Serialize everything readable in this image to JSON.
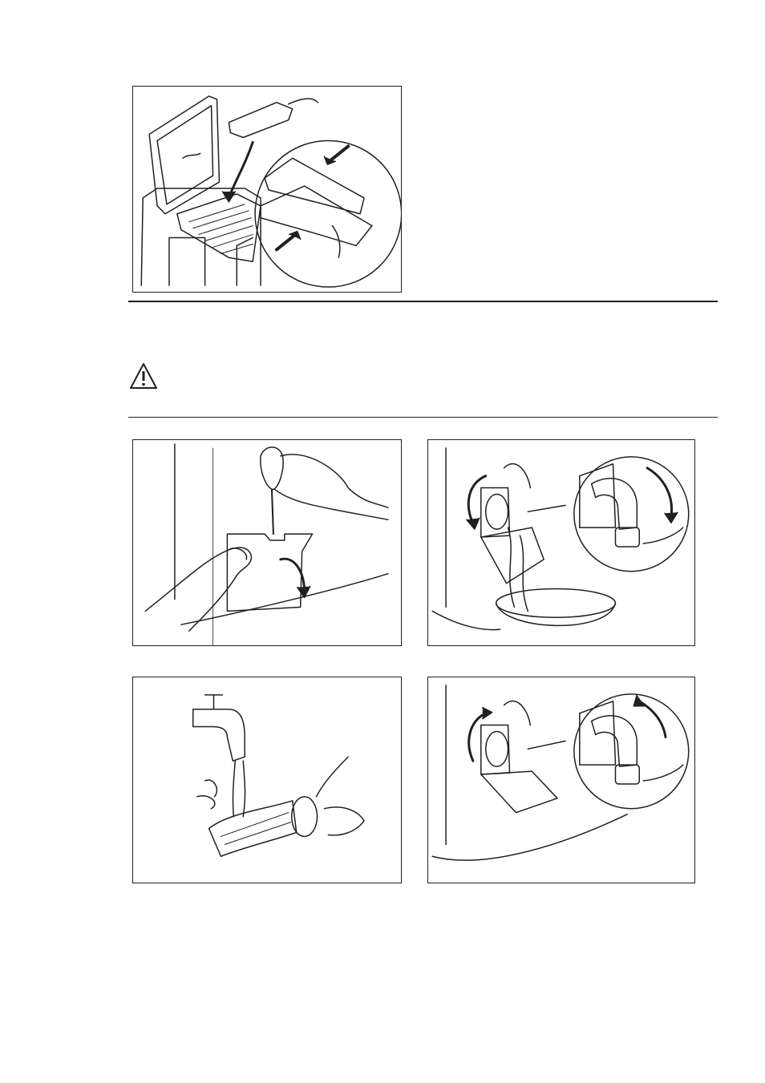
{
  "page": {
    "figures": [
      {
        "id": "fig-remove-softener-tray",
        "icons": [
          "lid-icon",
          "drum-icon",
          "tray-icon",
          "hand-icon",
          "arrow-icon",
          "magnifier-circle-icon"
        ]
      },
      {
        "id": "fig-open-filter-flap",
        "icons": [
          "screwdriver-icon",
          "hand-icon",
          "flap-icon",
          "arrow-icon"
        ]
      },
      {
        "id": "fig-unscrew-filter",
        "icons": [
          "filter-icon",
          "bowl-icon",
          "water-icon",
          "arrow-icon",
          "magnifier-circle-icon"
        ]
      },
      {
        "id": "fig-rinse-filter",
        "icons": [
          "tap-icon",
          "water-icon",
          "filter-icon",
          "hand-icon"
        ]
      },
      {
        "id": "fig-refit-filter",
        "icons": [
          "filter-icon",
          "flap-icon",
          "arrow-icon",
          "magnifier-circle-icon"
        ]
      }
    ],
    "warning_icon": "warning-triangle-icon",
    "colors": {
      "line": "#231f20",
      "background": "#ffffff"
    }
  }
}
